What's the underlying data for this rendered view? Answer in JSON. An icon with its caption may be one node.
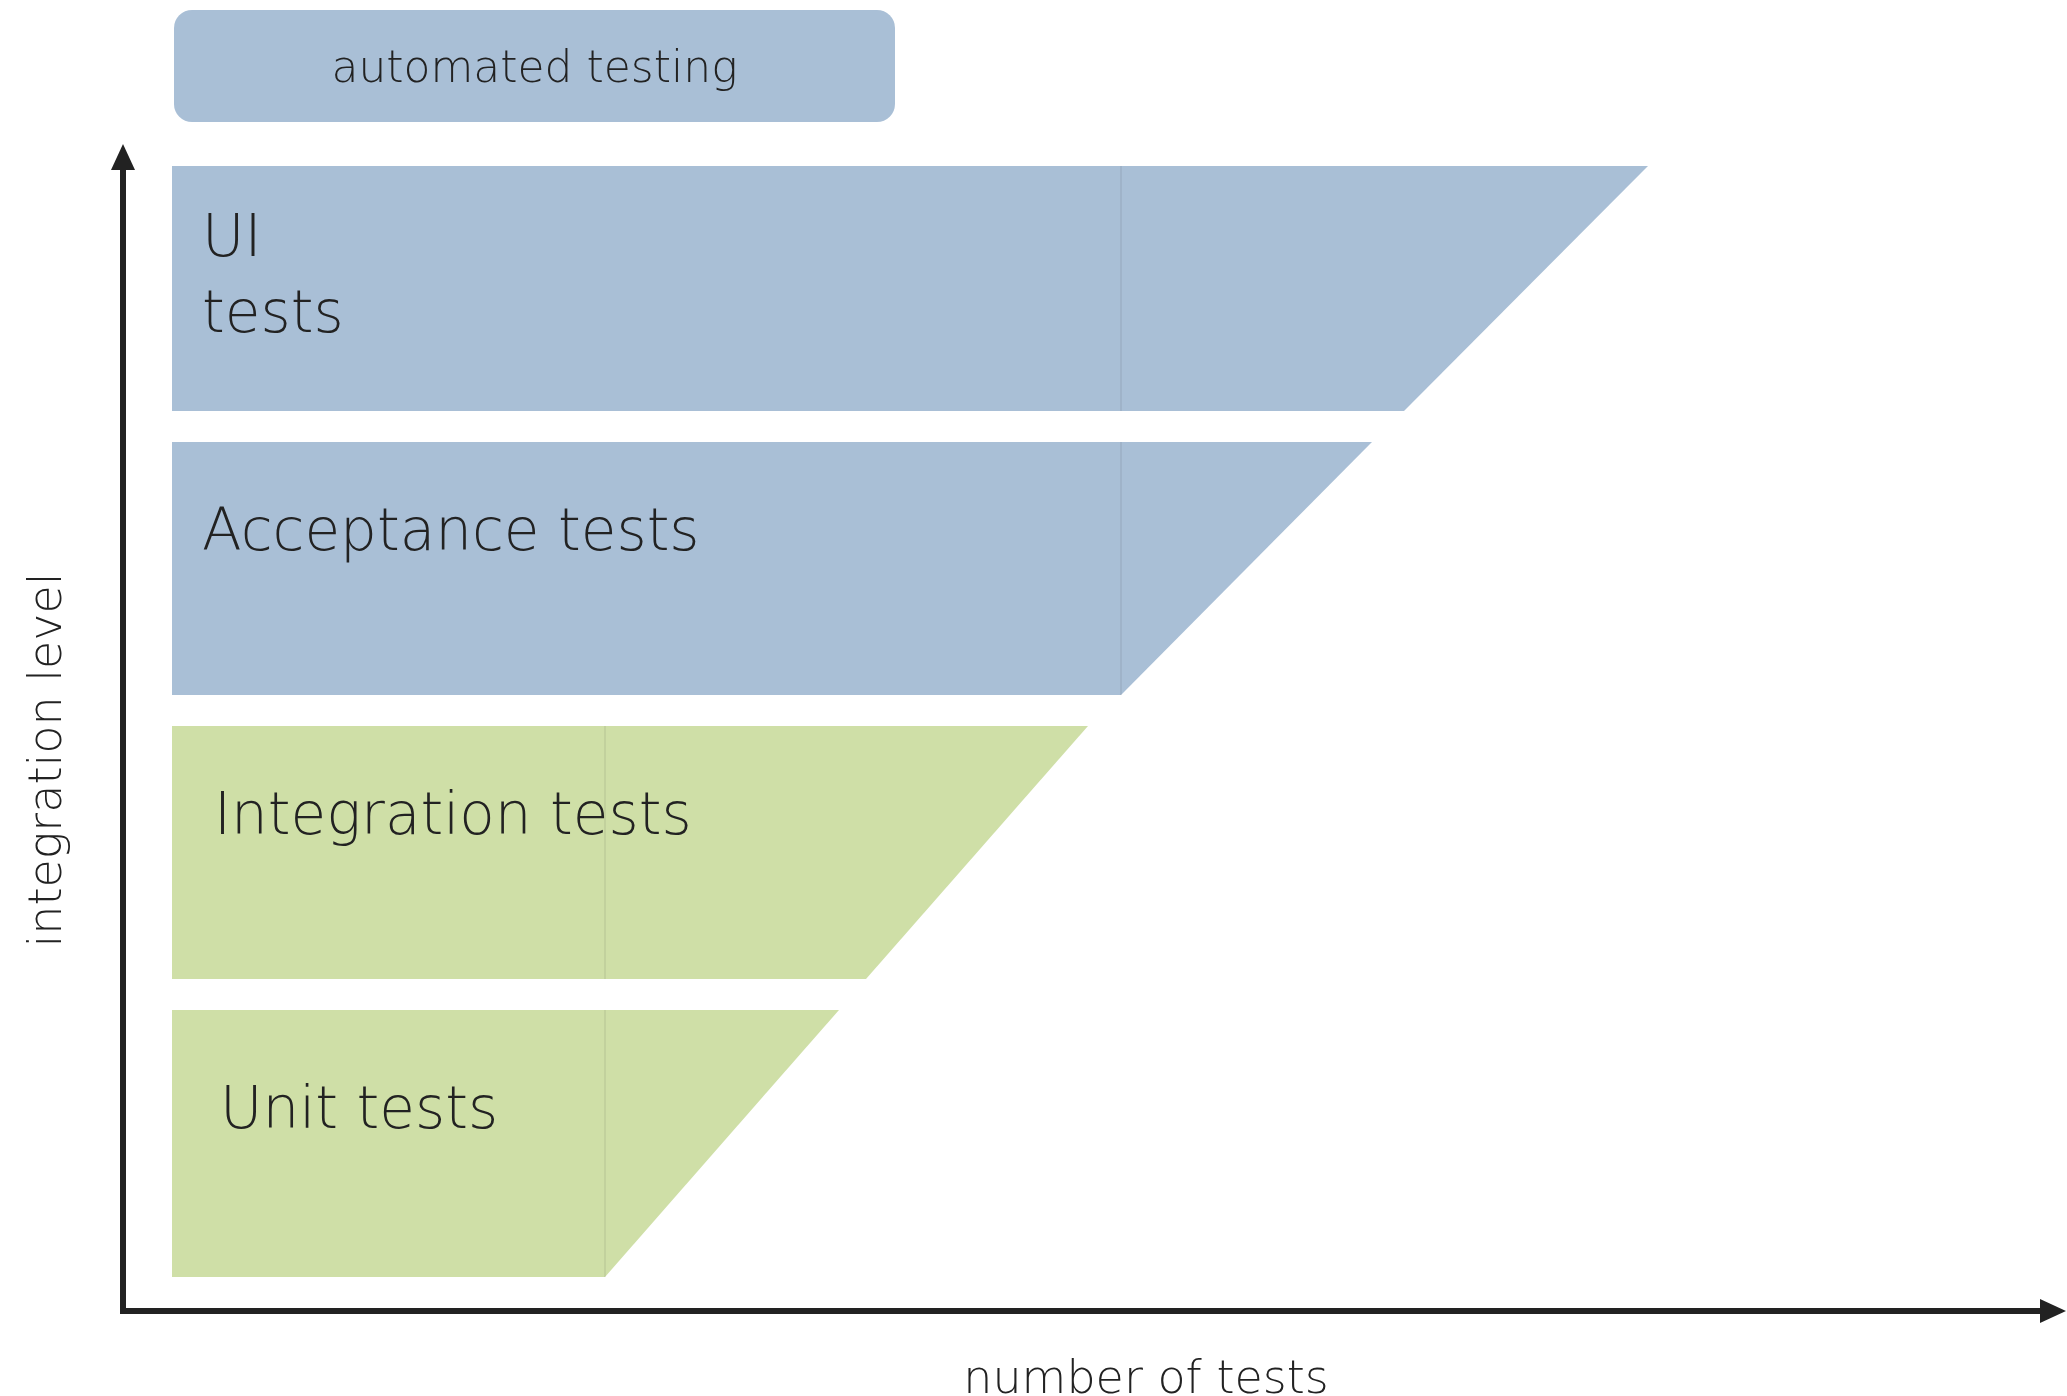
{
  "diagram": {
    "nodes": [
      {
        "text": [
          "automated testing"
        ]
      },
      {
        "text": [
          "UI tests"
        ]
      },
      {
        "text": [
          "Acceptance tests"
        ]
      },
      {
        "text": [
          "Integration tests"
        ]
      },
      {
        "text": [
          "Unit tests"
        ]
      }
    ],
    "labels": [
      "integration level",
      "number of tests"
    ]
  }
}
